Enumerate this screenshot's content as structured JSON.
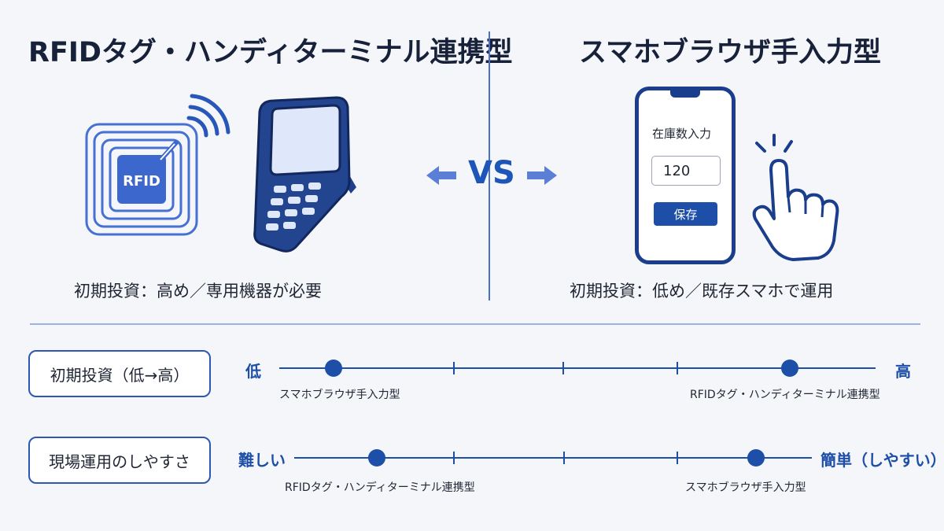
{
  "left": {
    "title": "RFIDタグ・ハンディターミナル連携型",
    "tag_label": "RFID",
    "caption": "初期投資：高め／専用機器が必要"
  },
  "right": {
    "title": "スマホブラウザ手入力型",
    "phone": {
      "field_label": "在庫数入力",
      "input_value": "120",
      "save_label": "保存"
    },
    "caption": "初期投資：低め／既存スマホで運用"
  },
  "vs_label": "VS",
  "scales": [
    {
      "label": "初期投資（低→高）",
      "low_label": "低",
      "high_label": "高",
      "left_item": "スマホブラウザ手入力型",
      "right_item": "RFIDタグ・ハンディターミナル連携型"
    },
    {
      "label": "現場運用のしやすさ",
      "low_label": "難しい",
      "high_label": "簡単（しやすい）",
      "left_item": "RFIDタグ・ハンディターミナル連携型",
      "right_item": "スマホブラウザ手入力型"
    }
  ],
  "colors": {
    "accent": "#1d4fa8",
    "light_accent": "#5b7fd6",
    "background": "#f4f6f9"
  },
  "icons": [
    "rfid-tag-icon",
    "handheld-terminal-icon",
    "smartphone-icon",
    "tap-hand-icon",
    "double-arrow-icon"
  ]
}
